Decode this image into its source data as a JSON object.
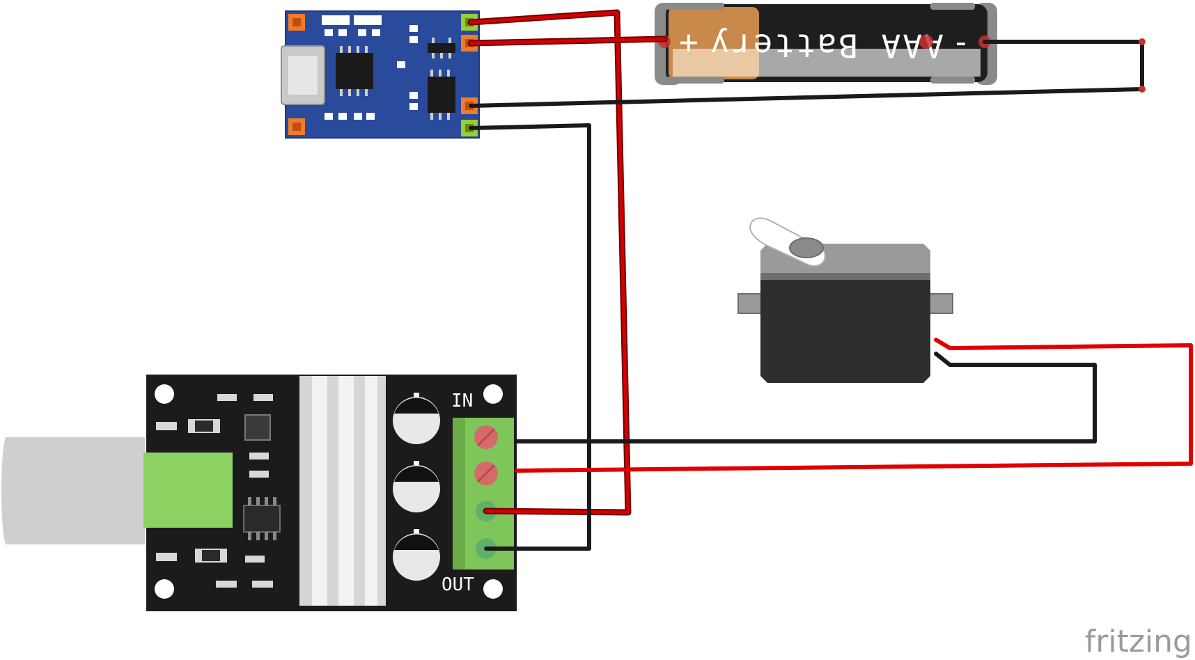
{
  "battery": {
    "label": "AAA Battery",
    "plus": "+",
    "minus": "-"
  },
  "motor_controller": {
    "in_label": "IN",
    "out_label": "OUT"
  },
  "watermark": "fritzing",
  "colors": {
    "wire_red": "#d40000",
    "wire_black": "#1a1a1a",
    "pcb_blue": "#2a4a9c",
    "pcb_black": "#1b1b1b",
    "terminal_green": "#7fc65a",
    "servo_body": "#333333",
    "servo_top": "#9a9a9a",
    "battery_copper": "#c8894a",
    "battery_gray": "#a8a8a8"
  }
}
